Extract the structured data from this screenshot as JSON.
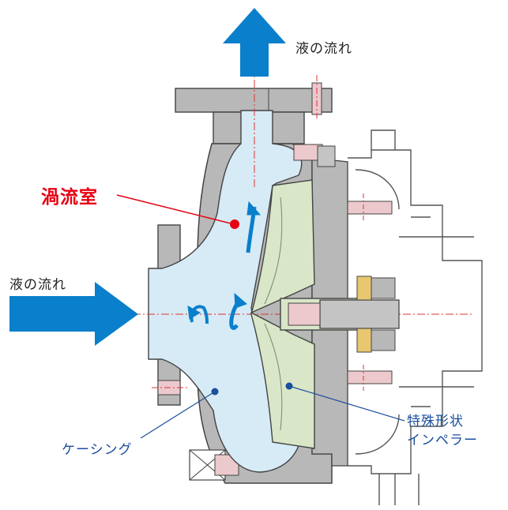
{
  "labels": {
    "flow_out": "液の流れ",
    "flow_in": "液の流れ",
    "vortex_chamber": "渦流室",
    "casing": "ケーシング",
    "impeller_line1": "特殊形状",
    "impeller_line2": "インペラー"
  },
  "colors": {
    "flow_arrow": "#0a7fcb",
    "vortex_callout": "#e60012",
    "part_callout": "#1a4f9c",
    "casing_metal": "#b8b8b8",
    "liquid": "#d6ebf6",
    "impeller": "#d9e6c8",
    "bolt": "#ecc9cc",
    "seal": "#e8c770"
  },
  "icons": {
    "inlet": "flow-arrow-right-icon",
    "outlet": "flow-arrow-up-icon"
  }
}
